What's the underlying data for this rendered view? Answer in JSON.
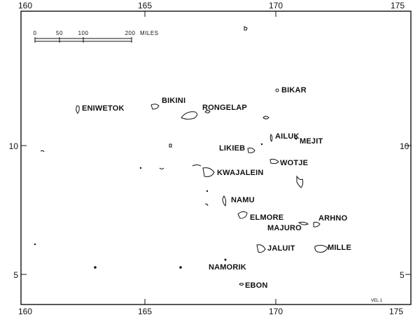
{
  "axes": {
    "top_longitudes": [
      "160",
      "165",
      "170",
      "175"
    ],
    "bottom_longitudes": [
      "160",
      "165",
      "170",
      "175"
    ],
    "left_latitudes": [
      "10",
      "5"
    ],
    "right_latitudes": [
      "10",
      "5"
    ]
  },
  "scale_bar": {
    "ticks": [
      "0",
      "50",
      "100",
      "200"
    ],
    "unit": "MILES"
  },
  "islands": [
    {
      "id": "eniwetok",
      "label": "ENIWETOK"
    },
    {
      "id": "bikini",
      "label": "BIKINI"
    },
    {
      "id": "rongelap",
      "label": "RONGELAP"
    },
    {
      "id": "bikar",
      "label": "BIKAR"
    },
    {
      "id": "ailuk",
      "label": "AILUK"
    },
    {
      "id": "mejit",
      "label": "MEJIT"
    },
    {
      "id": "likieb",
      "label": "LIKIEB"
    },
    {
      "id": "wotje",
      "label": "WOTJE"
    },
    {
      "id": "kwajalein",
      "label": "KWAJALEIN"
    },
    {
      "id": "namu",
      "label": "NAMU"
    },
    {
      "id": "elmore",
      "label": "ELMORE"
    },
    {
      "id": "arhno",
      "label": "ARHNO"
    },
    {
      "id": "majuro",
      "label": "MAJURO"
    },
    {
      "id": "jaluit",
      "label": "JALUIT"
    },
    {
      "id": "mille",
      "label": "MILLE"
    },
    {
      "id": "namorik",
      "label": "NAMORIK"
    },
    {
      "id": "ebon",
      "label": "EBON"
    }
  ],
  "credit": "VEL 1",
  "colors": {
    "ink": "#111111",
    "paper": "#ffffff"
  }
}
